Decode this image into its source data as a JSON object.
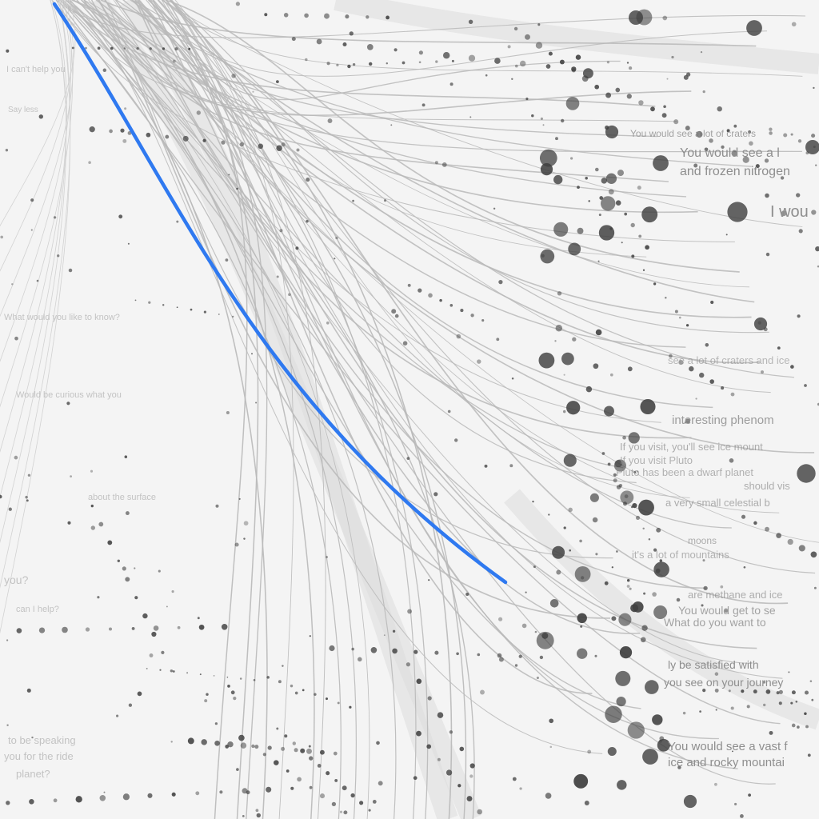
{
  "colors": {
    "background": "#f4f4f4",
    "curve": "#b9b9b9",
    "highlight_curve": "#2f79f0",
    "node": "#3f3f3f",
    "label": "#8e8e8e",
    "faint_label": "#c3c3c3"
  },
  "labels": {
    "right_strong": [
      "You would see a vast f",
      "ice and rocky mountai",
      "You would see a l",
      "and frozen nitrogen",
      "I wou",
      "You would see a lot of craters",
      "you see on your journey",
      "ly be satisfied with"
    ],
    "right_dense": [
      "interesting phenom",
      "If you visit, you'll see ice mount",
      "a very small celestial b",
      "should vis",
      "You would get to se",
      "What do you want to",
      "are methane and ice",
      "moons",
      "If you visit Pluto",
      "Pluto has been a dwarf planet",
      "it's a lot of mountains",
      "see a lot of craters and ice"
    ],
    "left_faint": [
      "I can't help you",
      "Say less",
      "What would you like to know?",
      "Would be curious what you",
      "about the surface",
      "you?",
      "can I help?",
      "to be speaking",
      "you for the ride",
      "planet?"
    ]
  }
}
